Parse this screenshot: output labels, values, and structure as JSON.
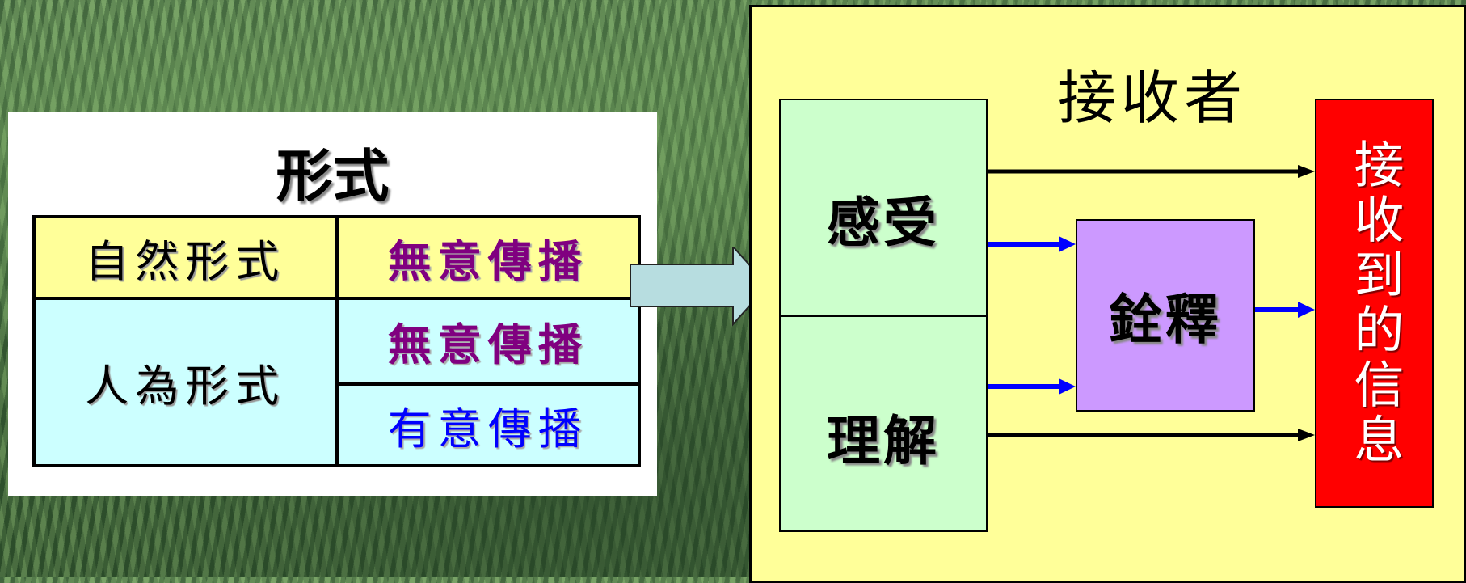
{
  "form_panel": {
    "title": "形式",
    "rows": {
      "natural_label": "自然形式",
      "natural_value": "無意傳播",
      "human_label": "人為形式",
      "human_value_1": "無意傳播",
      "human_value_2": "有意傳播"
    }
  },
  "receiver_panel": {
    "title": "接收者",
    "perceive_label": "感受",
    "understand_label": "理解",
    "interpret_label": "銓釋",
    "received_label": "接收到的信息"
  },
  "colors": {
    "table_natural": "#ffff99",
    "table_human": "#ccffff",
    "unintentional_text": "#800080",
    "intentional_text": "#0000ff",
    "receiver_panel": "#ffff99",
    "perceive_box": "#ccffcc",
    "interpret_box": "#cc99ff",
    "received_box": "#ff0000",
    "interpret_arrows": "#0000ff",
    "direct_arrows": "#000000"
  }
}
